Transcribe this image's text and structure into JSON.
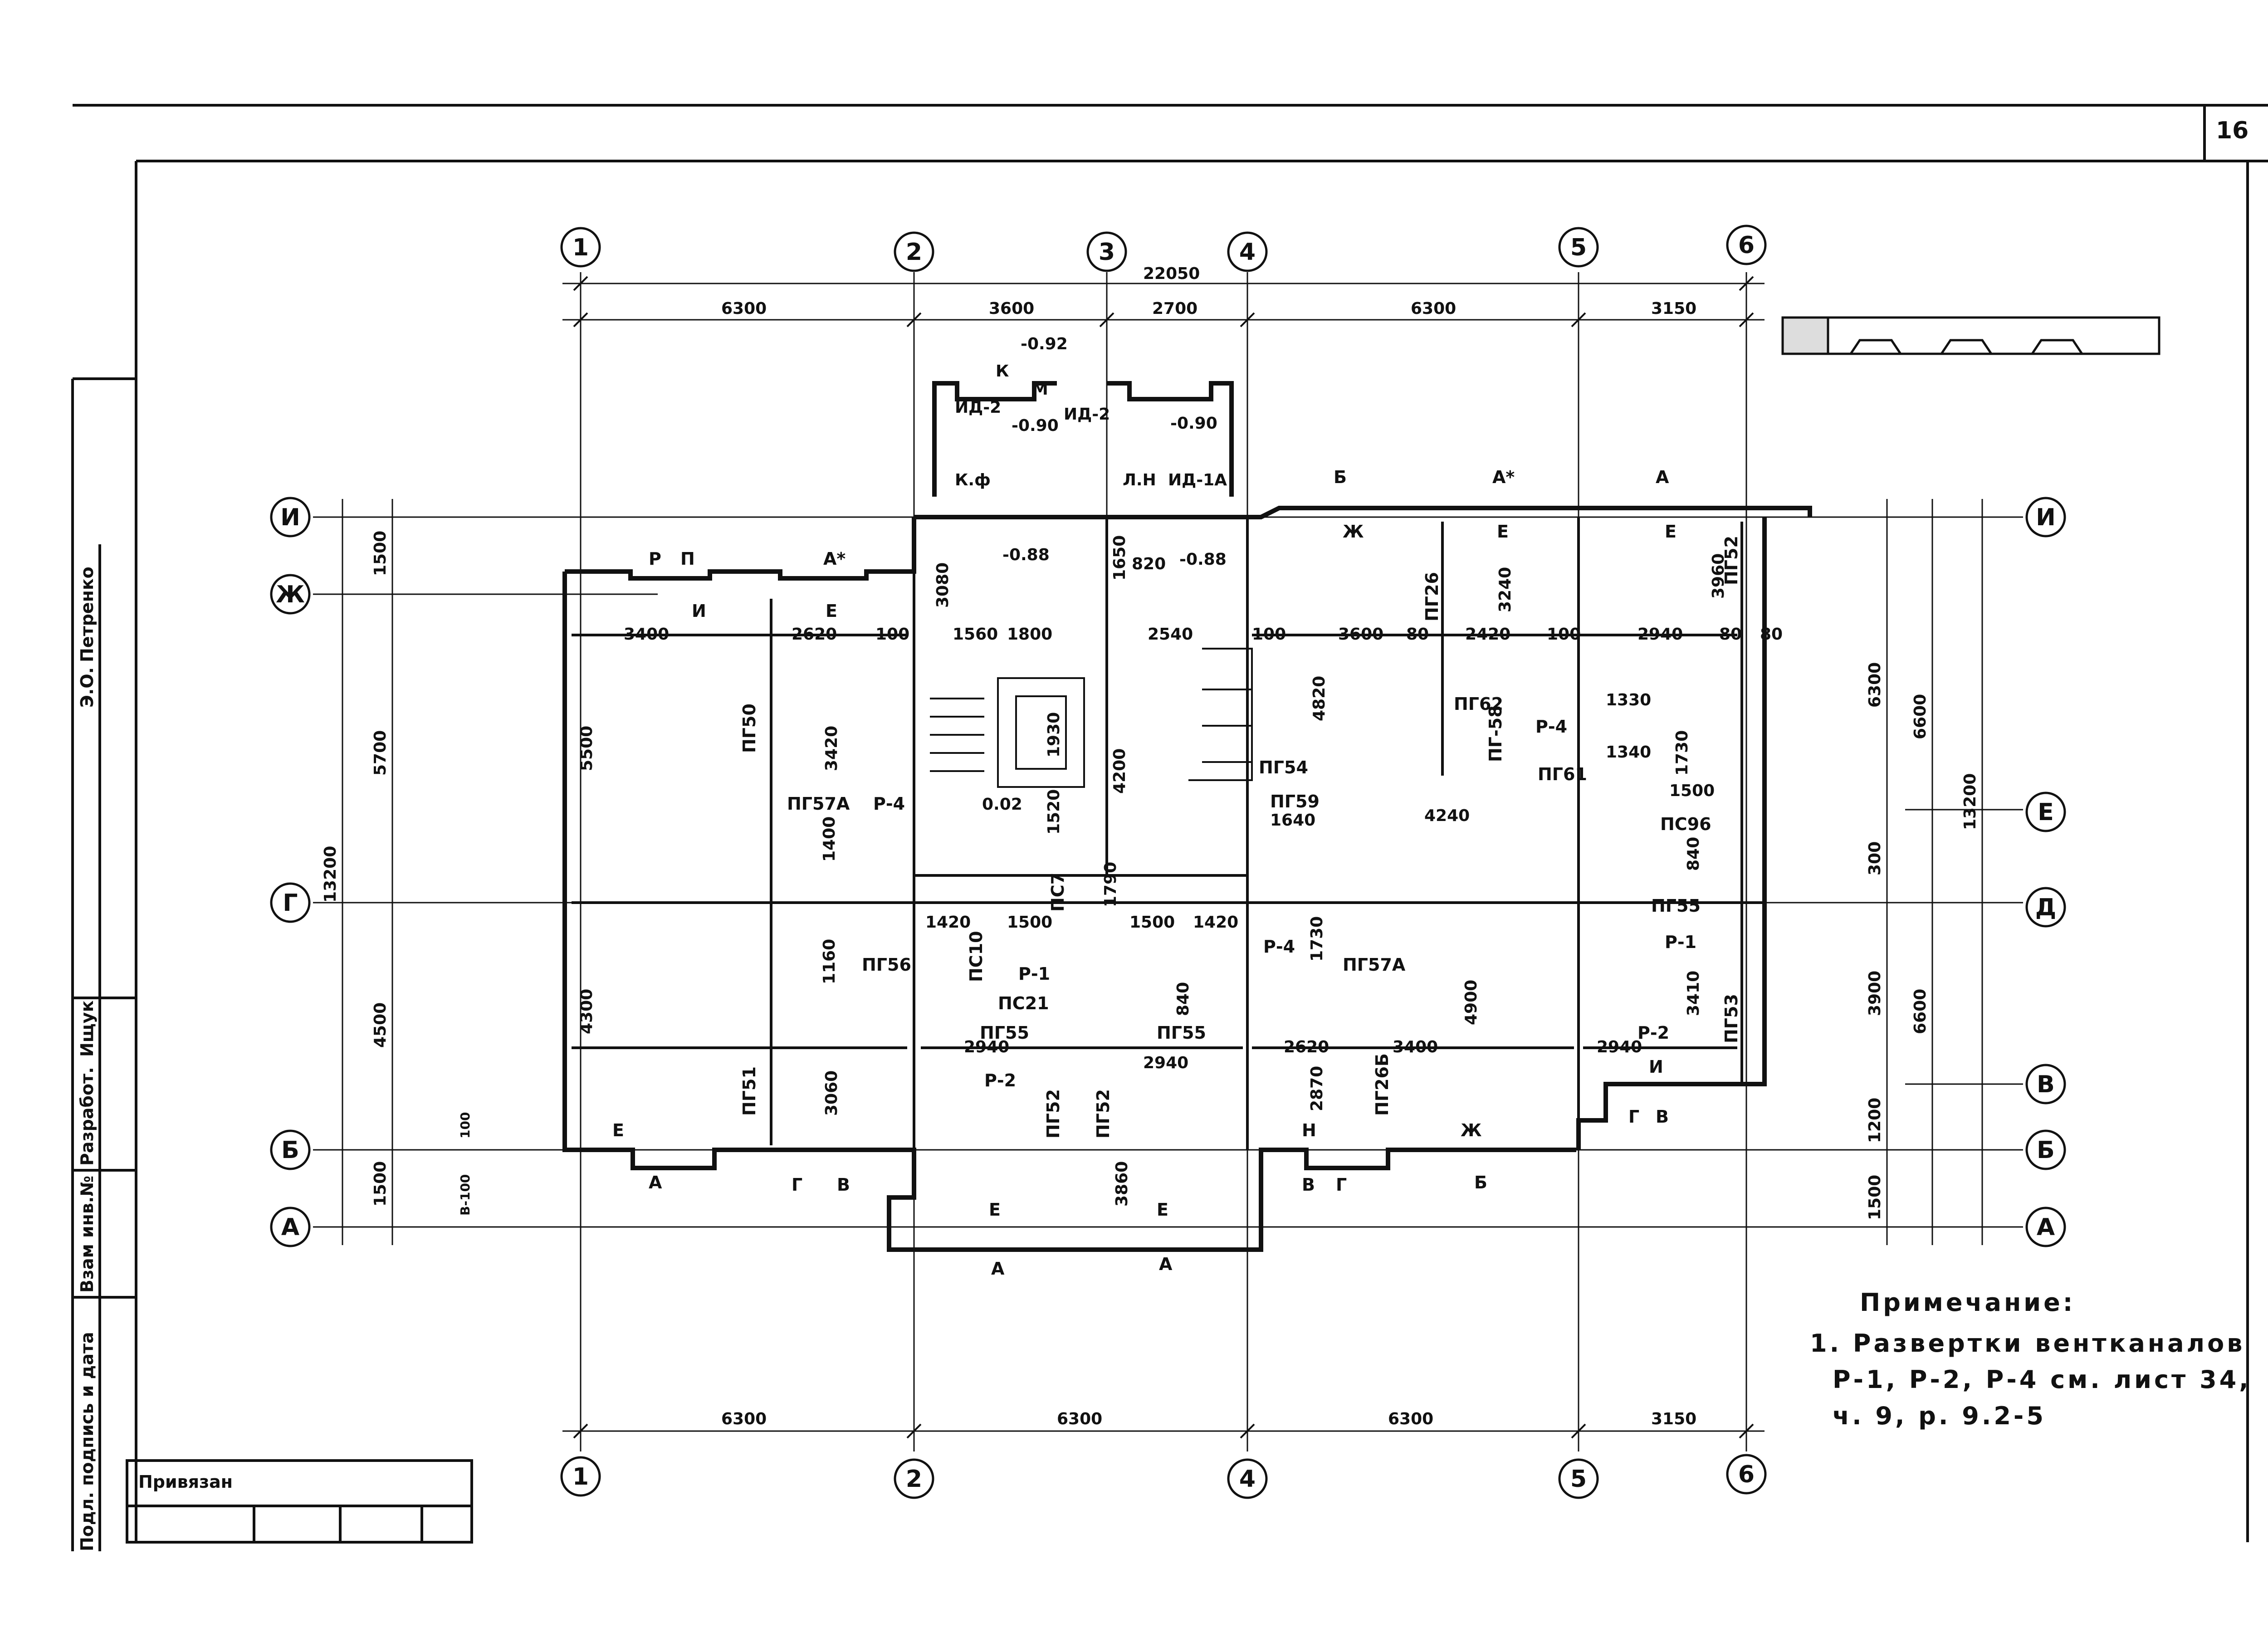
{
  "sheet": {
    "number": "16",
    "approved_stamp": "Привязан",
    "side_stamps": [
      "Подл. подпись и дата",
      "Взам инв.№",
      "Разработ.",
      "Ищук",
      "Э.О.",
      "Петренко"
    ]
  },
  "axes": {
    "columns": [
      "1",
      "2",
      "3",
      "4",
      "5",
      "6"
    ],
    "columns_bottom": [
      "1",
      "2",
      "4",
      "5",
      "6"
    ],
    "rows_left": [
      "И",
      "Ж",
      "Г",
      "Б",
      "А"
    ],
    "rows_right": [
      "И",
      "Е",
      "Д",
      "В",
      "Б",
      "А"
    ]
  },
  "dims": {
    "top_total": "22050",
    "top_segments": [
      "6300",
      "3600",
      "2700",
      "6300",
      "3150"
    ],
    "bottom_segments": [
      "6300",
      "6300",
      "6300",
      "3150"
    ],
    "left_total": "13200",
    "left_segments": [
      "1500",
      "5700",
      "4500",
      "1500"
    ],
    "right_total": "13200",
    "right_segments_a": [
      "6300",
      "300",
      "3900",
      "1200",
      "1500"
    ],
    "right_segments_b": [
      "6600",
      "6600"
    ],
    "offsets": [
      "B-100",
      "100"
    ]
  },
  "rooms": {
    "interior_dims": [
      "3400",
      "2620",
      "100",
      "1560",
      "1800",
      "2540",
      "100",
      "3600",
      "80",
      "2420",
      "100",
      "2940",
      "80",
      "80",
      "3420",
      "5500",
      "4820",
      "3240",
      "3960",
      "4300",
      "3060",
      "2870",
      "4900",
      "3410",
      "1930",
      "4200",
      "1520",
      "1400",
      "1160",
      "1730",
      "4240",
      "1640",
      "1420",
      "1500",
      "1500",
      "1420",
      "1790",
      "1340",
      "1330",
      "1730",
      "1500",
      "840",
      "840",
      "2940",
      "2940",
      "2620",
      "3400",
      "2940",
      "3860",
      "3080",
      "1650",
      "820"
    ],
    "labels": [
      "ПГ50",
      "ПГ51",
      "ПГ52",
      "ПГ52",
      "ПГ54",
      "ПГ26",
      "ПГ26Б",
      "ПГ53",
      "ПГ52",
      "ПГ57А",
      "ПГ57А",
      "ПГ56",
      "ПГ55",
      "ПГ55",
      "ПГ55",
      "ПГ59",
      "ПГ62",
      "ПГ61",
      "ПГ-58",
      "ПС10",
      "ПС21",
      "ПС96",
      "ПС7",
      "Р-1",
      "Р-2",
      "Р-4",
      "Р-4",
      "Р-1",
      "Р-2",
      "Р-4"
    ],
    "windows": [
      "Р",
      "П",
      "А*",
      "И",
      "Е",
      "Б",
      "А*",
      "А",
      "Ж",
      "Е",
      "Е",
      "Е",
      "А",
      "Г",
      "В",
      "Е",
      "А",
      "Е",
      "А",
      "В",
      "Г",
      "Б",
      "Ж",
      "И",
      "Н",
      "Г",
      "В"
    ],
    "levels": [
      "-0.92",
      "-0.90",
      "-0.90",
      "-0.88",
      "-0.88",
      "0.02"
    ],
    "door_marks": [
      "К",
      "М",
      "ИД-2",
      "ИД-2",
      "К.ф",
      "Л.Н",
      "ИД-1А"
    ]
  },
  "note": {
    "title": "Примечание:",
    "lines": [
      "1. Развертки вентканалов",
      "Р-1, Р-2, Р-4 см. лист 34,",
      "ч. 9, р. 9.2-5"
    ]
  }
}
